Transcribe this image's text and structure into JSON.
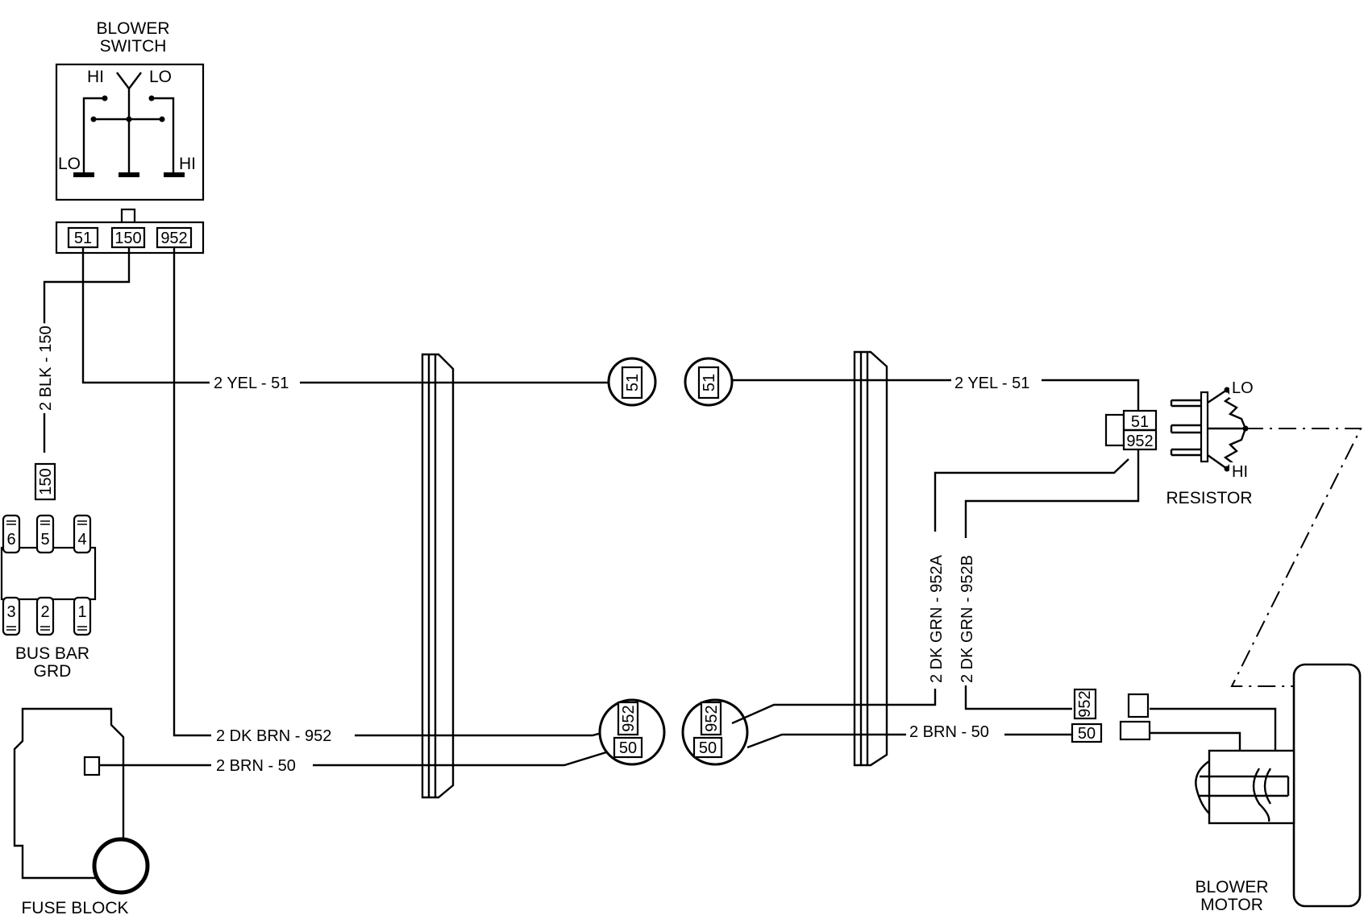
{
  "labels": {
    "blower_switch_line1": "BLOWER",
    "blower_switch_line2": "SWITCH",
    "switch_hi_top": "HI",
    "switch_lo_top": "LO",
    "switch_lo_bottom": "LO",
    "switch_hi_bottom": "HI",
    "bus_bar_line1": "BUS BAR",
    "bus_bar_line2": "GRD",
    "fuse_block": "FUSE BLOCK",
    "resistor": "RESISTOR",
    "resistor_lo": "LO",
    "resistor_hi": "HI",
    "blower_motor_line1": "BLOWER",
    "blower_motor_line2": "MOTOR"
  },
  "switch_connector_pins": [
    "51",
    "150",
    "952"
  ],
  "bus_bar_pins_top": [
    "6",
    "5",
    "4"
  ],
  "bus_bar_pins_bottom": [
    "3",
    "2",
    "1"
  ],
  "wires": {
    "blk_150": "2 BLK - 150",
    "yel_51_left": "2 YEL - 51",
    "yel_51_right": "2 YEL - 51",
    "dk_brn_952": "2 DK BRN - 952",
    "brn_50_left": "2 BRN - 50",
    "brn_50_right": "2 BRN - 50",
    "dk_grn_952a": "2 DK GRN - 952A",
    "dk_grn_952b": "2 DK GRN - 952B"
  },
  "circuit_tags": {
    "bus_150": "150",
    "c51_left": "51",
    "c51_right": "51",
    "c952_left": "952",
    "c50_left": "50",
    "c952_right": "952",
    "c50_right": "50",
    "resistor_51": "51",
    "resistor_952": "952",
    "motor_952": "952",
    "motor_50": "50"
  }
}
